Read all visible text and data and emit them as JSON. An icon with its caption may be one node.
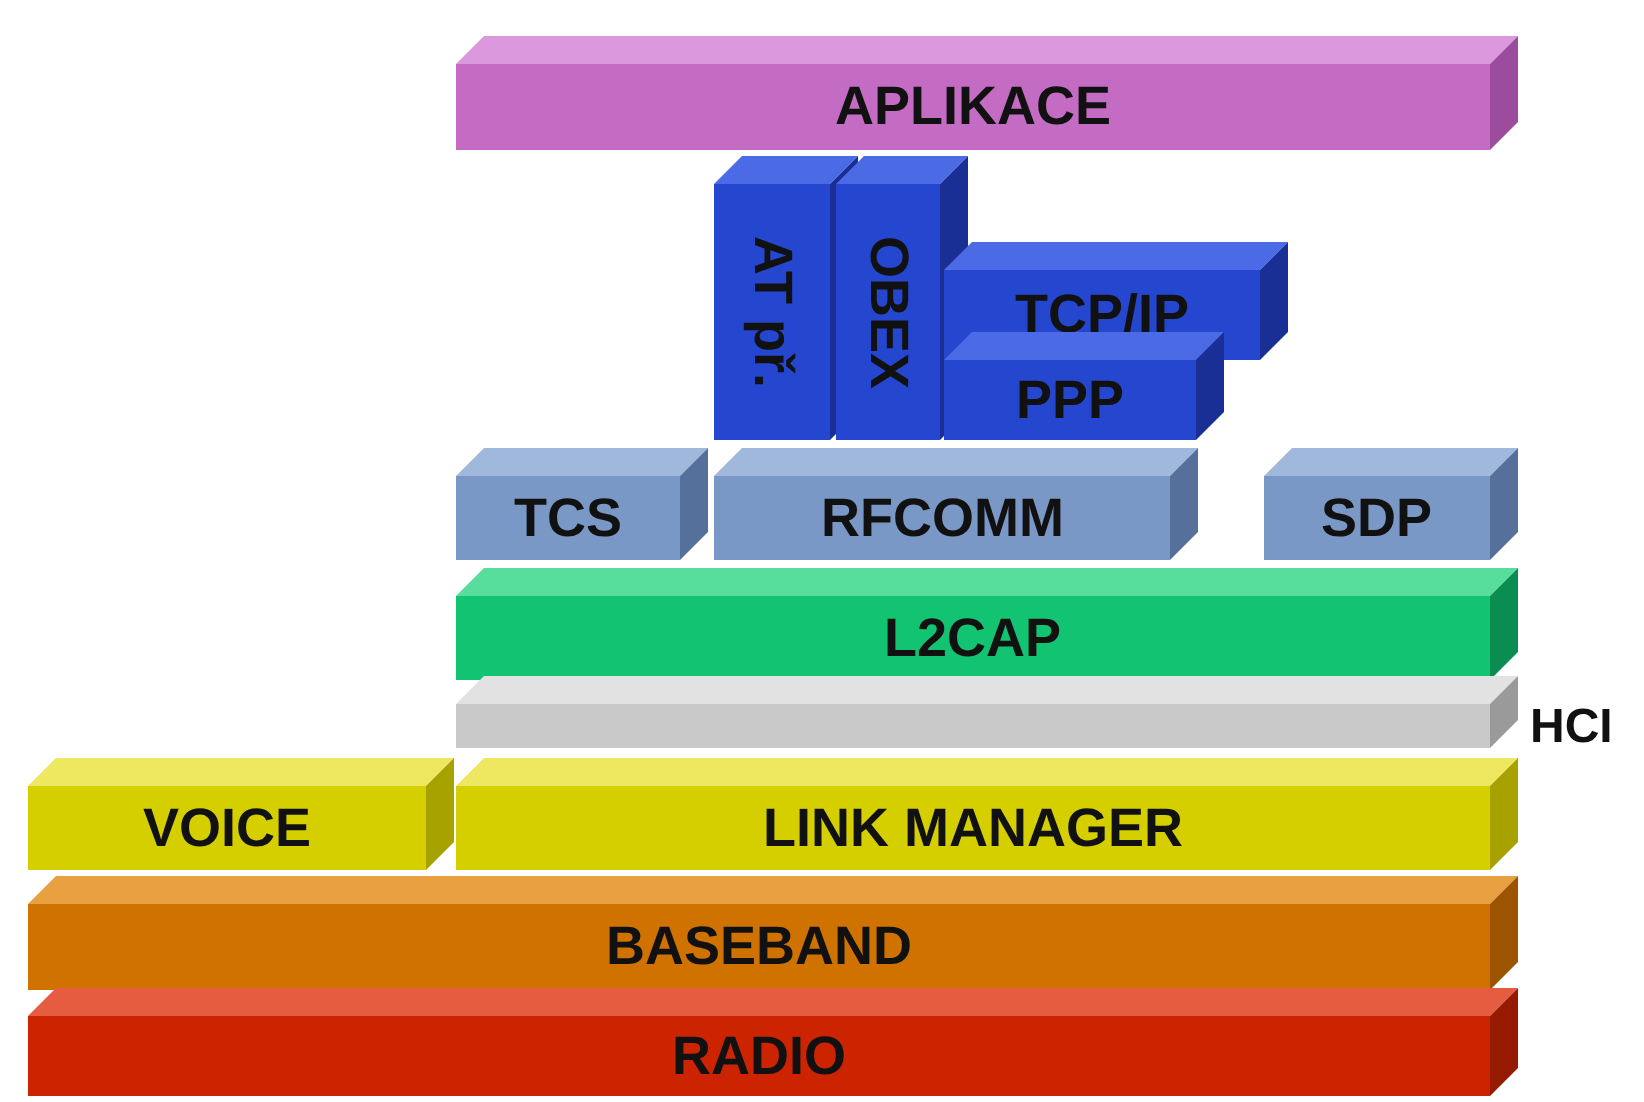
{
  "diagram": {
    "nodes": [
      {
        "text": [
          "APLIKACE"
        ]
      },
      {
        "text": [
          "AT př."
        ]
      },
      {
        "text": [
          "OBEX"
        ]
      },
      {
        "text": [
          "TCP/IP"
        ]
      },
      {
        "text": [
          "PPP"
        ]
      },
      {
        "text": [
          "TCS"
        ]
      },
      {
        "text": [
          "RFCOMM"
        ]
      },
      {
        "text": [
          "SDP"
        ]
      },
      {
        "text": [
          "L2CAP"
        ]
      },
      {
        "text": [],
        "shape": "bar",
        "beside": [
          "HCI"
        ]
      },
      {
        "text": [
          "VOICE"
        ]
      },
      {
        "text": [
          "LINK MANAGER"
        ]
      },
      {
        "text": [
          "BASEBAND"
        ]
      },
      {
        "text": [
          "RADIO"
        ]
      }
    ]
  }
}
